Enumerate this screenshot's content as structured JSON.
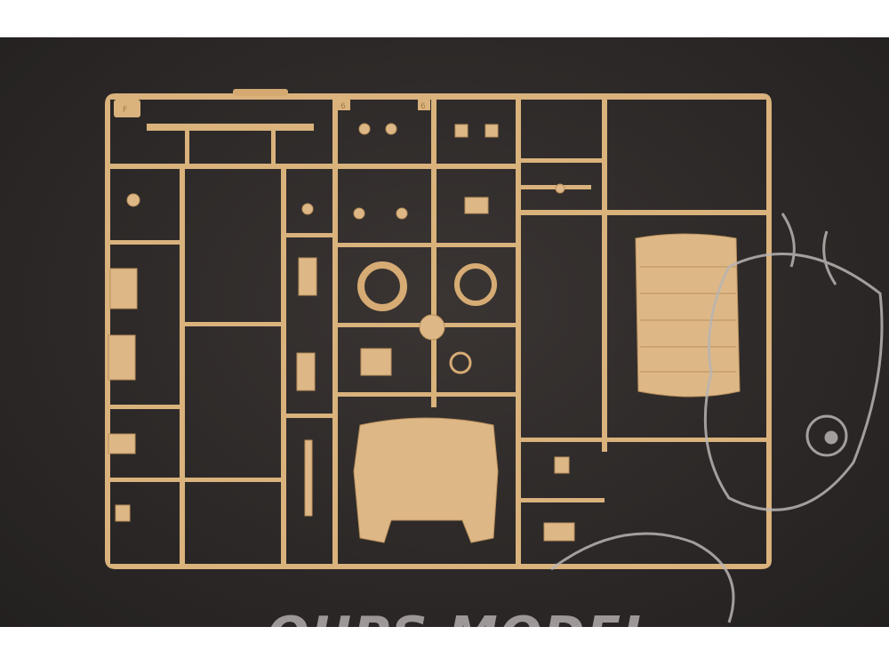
{
  "image": {
    "subject": "sprue",
    "sprue_letter": "F",
    "tab_numbers": [
      "6",
      "6"
    ],
    "watermark": "OUPS MODEL",
    "colors": {
      "plastic": "#d9b27c",
      "background": "#2c2827",
      "watermark": "#9d9897"
    }
  }
}
